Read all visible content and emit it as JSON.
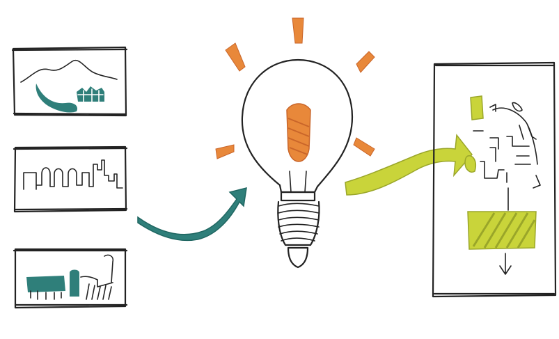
{
  "colors": {
    "ink": "#222222",
    "teal": "#2f7f7a",
    "teal_dark": "#1f6661",
    "orange": "#e8883a",
    "orange_dark": "#c9652a",
    "yellow_green": "#c9d43a",
    "yellow_green_dark": "#9aa629",
    "background": "#ffffff"
  },
  "illustration": {
    "panels_left": [
      "mountain-landscape-sketch",
      "city-skyline-sketch",
      "factory-machine-sketch"
    ],
    "center": "lightbulb-idea-sketch",
    "right": "flowchart-plan-sketch"
  }
}
